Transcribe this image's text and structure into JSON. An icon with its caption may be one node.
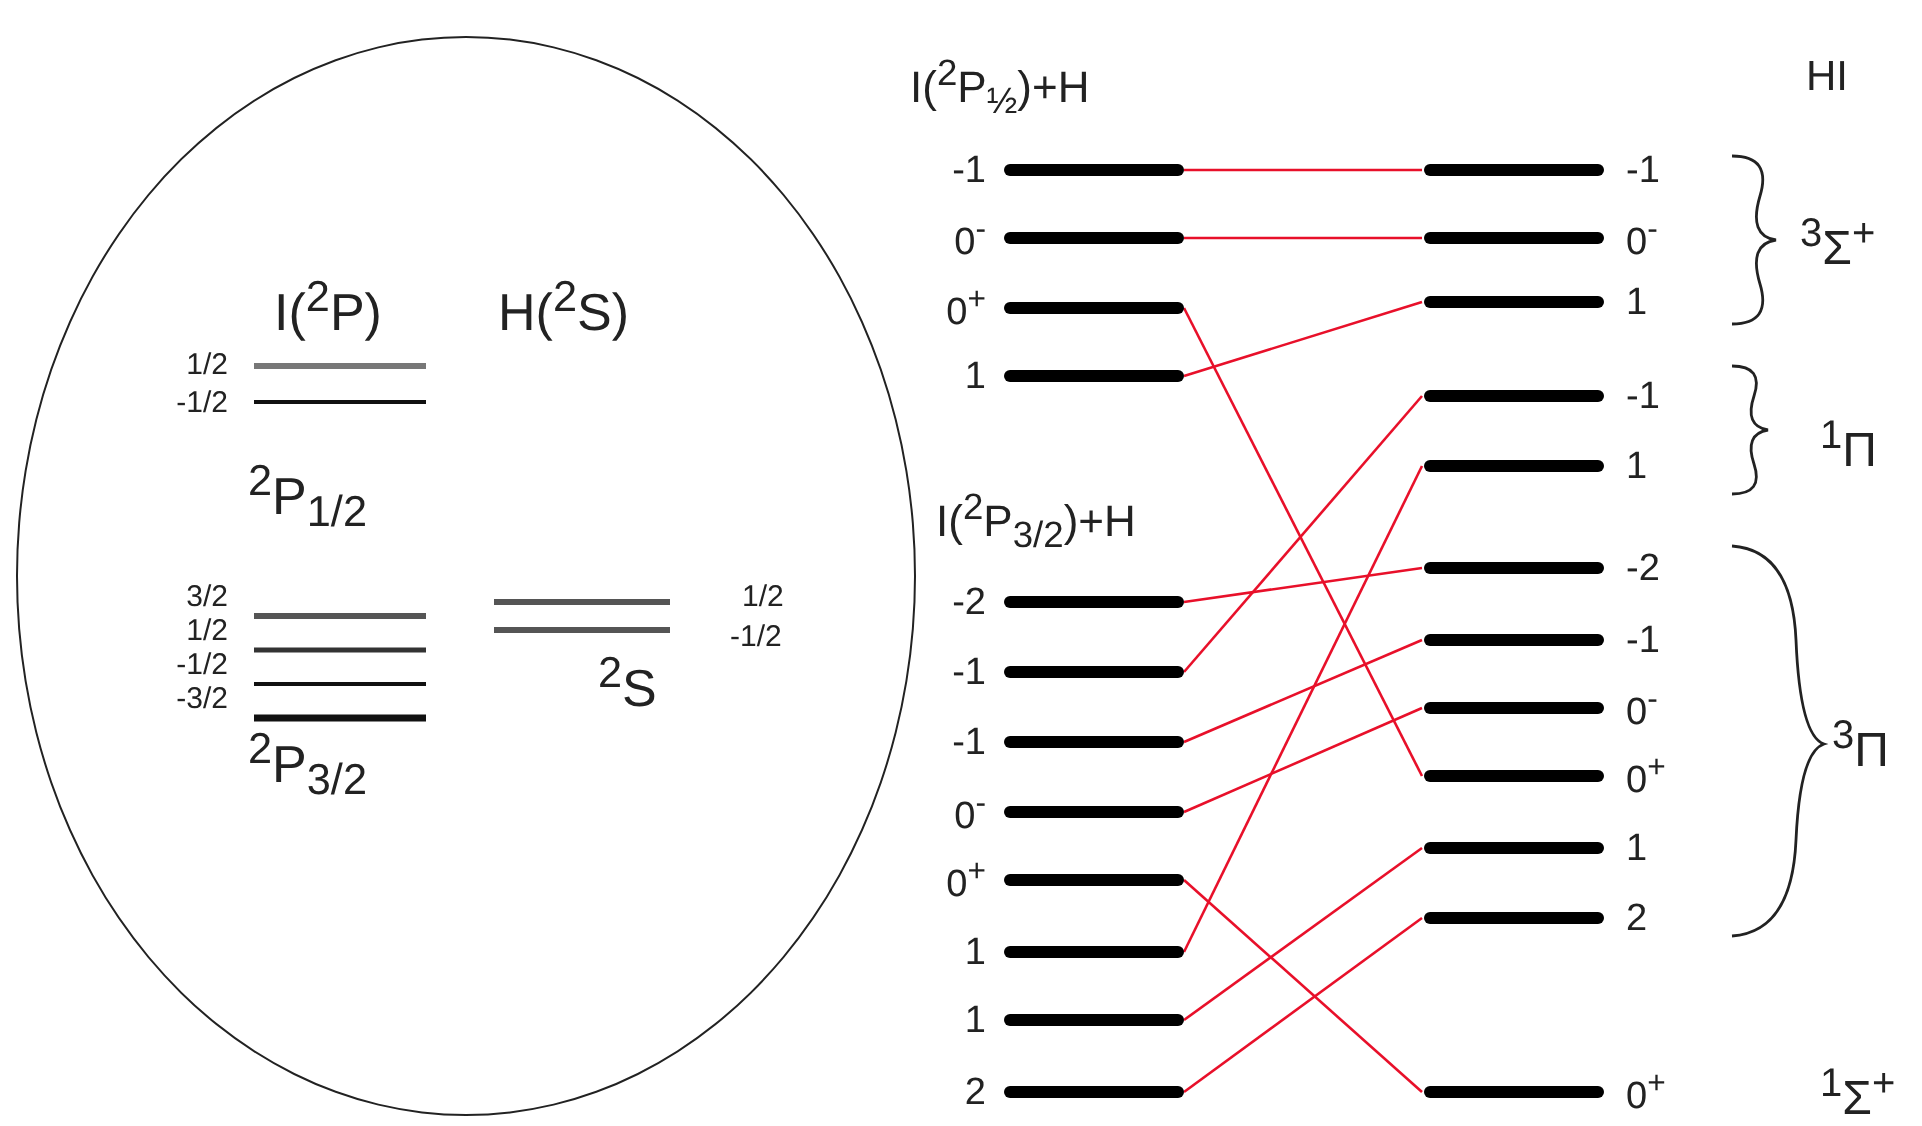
{
  "diagram": {
    "nodes": [
      {
        "text": [
          "I($^{2}$P)",
          "H($^{2}$S)",
          "1/2",
          "-1/2",
          "$^{2}$P$_{1/2}$",
          "3/2",
          "1/2",
          "-1/2",
          "-3/2",
          "$^{2}$P$_{3/2}$",
          "$^{2}$S",
          "1/2",
          "-1/2"
        ]
      },
      {
        "text": [
          "-1"
        ]
      },
      {
        "text": [
          "0$^{-}$"
        ]
      },
      {
        "text": [
          "0$^{+}$"
        ]
      },
      {
        "text": [
          "1"
        ]
      },
      {
        "text": [
          "-2"
        ]
      },
      {
        "text": [
          "-1"
        ]
      },
      {
        "text": [
          "-1"
        ]
      },
      {
        "text": [
          "0$^{-}$"
        ]
      },
      {
        "text": [
          "0$^{+}$"
        ]
      },
      {
        "text": [
          "1"
        ]
      },
      {
        "text": [
          "1"
        ]
      },
      {
        "text": [
          "2"
        ]
      },
      {
        "text": [
          "-1"
        ]
      },
      {
        "text": [
          "0$^{-}$"
        ]
      },
      {
        "text": [
          "1"
        ]
      },
      {
        "text": [
          "-1"
        ]
      },
      {
        "text": [
          "1"
        ]
      },
      {
        "text": [
          "-2"
        ]
      },
      {
        "text": [
          "-1"
        ]
      },
      {
        "text": [
          "0$^{-}$"
        ]
      },
      {
        "text": [
          "0$^{+}$"
        ]
      },
      {
        "text": [
          "1"
        ]
      },
      {
        "text": [
          "2"
        ]
      },
      {
        "text": [
          "0$^{+}$"
        ]
      }
    ],
    "edges": [
      {
        "from": 1,
        "to": 13,
        "arrow": "none"
      },
      {
        "from": 2,
        "to": 14,
        "arrow": "none"
      },
      {
        "from": 3,
        "to": 21,
        "arrow": "none"
      },
      {
        "from": 4,
        "to": 15,
        "arrow": "none"
      },
      {
        "from": 5,
        "to": 18,
        "arrow": "none"
      },
      {
        "from": 6,
        "to": 16,
        "arrow": "none"
      },
      {
        "from": 7,
        "to": 19,
        "arrow": "none"
      },
      {
        "from": 8,
        "to": 20,
        "arrow": "none"
      },
      {
        "from": 9,
        "to": 24,
        "arrow": "none"
      },
      {
        "from": 10,
        "to": 17,
        "arrow": "none"
      },
      {
        "from": 11,
        "to": 22,
        "arrow": "none"
      },
      {
        "from": 12,
        "to": 23,
        "arrow": "none"
      }
    ],
    "labels": [
      "I($^{2}$P$_{½}$)+H",
      "HI",
      "$^{3}$Σ$^{+}$",
      "$^{1}$Π",
      "I($^{2}$P$_{3/2}$)+H",
      "$^{3}$Π",
      "$^{1}$Σ$^{+}$"
    ]
  }
}
